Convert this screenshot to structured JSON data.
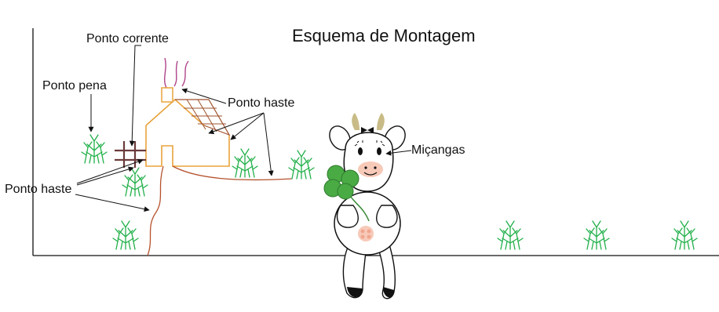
{
  "title": "Esquema de Montagem",
  "labels": {
    "ponto_corrente": "Ponto corrente",
    "ponto_pena": "Ponto pena",
    "ponto_haste_top": "Ponto haste",
    "ponto_haste_left": "Ponto haste",
    "micangas": "Miçangas"
  },
  "colors": {
    "axis": "#111111",
    "house": "#e8a33b",
    "roof_grid": "#a0522d",
    "stem": "#b5522d",
    "fence": "#6b3b3b",
    "smoke": "#b0448a",
    "plant": "#22b04a",
    "cow_outline": "#111111",
    "cow_snout": "#f7c9b8",
    "cow_horn": "#c9bb86",
    "clover": "#4aaa44"
  },
  "icons": [
    "house-icon",
    "cow-icon",
    "plant-icon",
    "clover-icon",
    "fence-icon"
  ]
}
